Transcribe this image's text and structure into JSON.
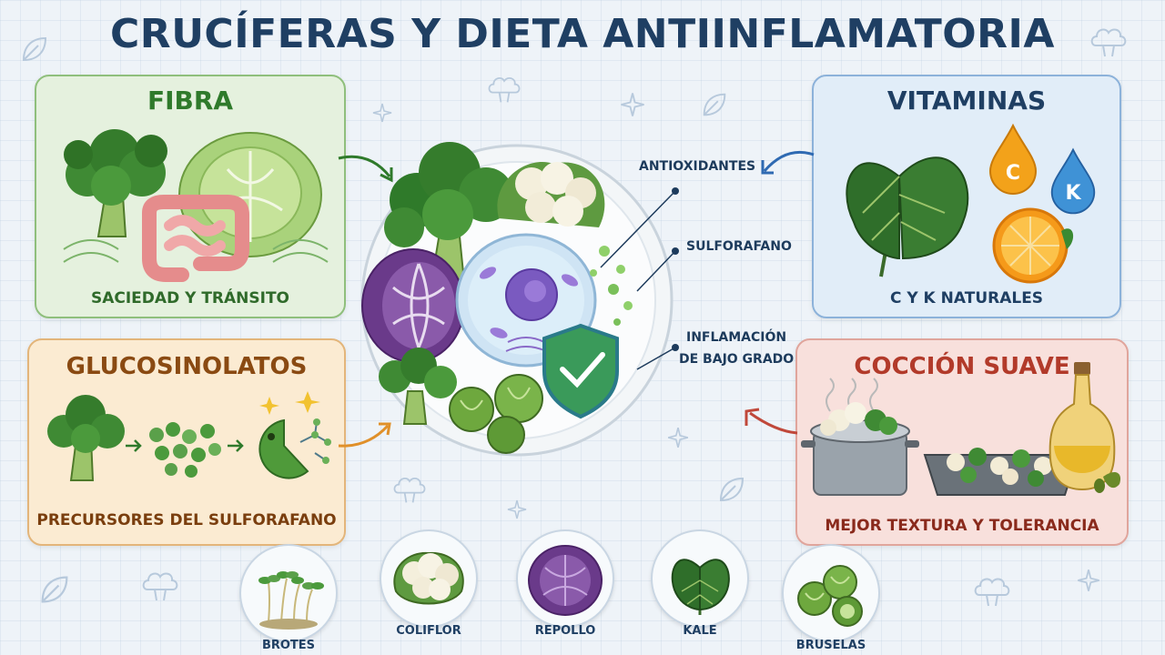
{
  "title": "CRUCÍFERAS Y DIETA ANTIINFLAMATORIA",
  "panels": {
    "fibra": {
      "title": "FIBRA",
      "caption": "SACIEDAD Y TRÁNSITO"
    },
    "vitaminas": {
      "title": "VITAMINAS",
      "caption": "C Y K NATURALES",
      "badge_c": "C",
      "badge_k": "K"
    },
    "glucosinolatos": {
      "title": "GLUCOSINOLATOS",
      "caption": "PRECURSORES DEL SULFORAFANO"
    },
    "coccion": {
      "title": "COCCIÓN SUAVE",
      "caption": "MEJOR TEXTURA Y TOLERANCIA"
    }
  },
  "callouts": {
    "antioxidantes": "ANTIOXIDANTES",
    "sulforafano": "SULFORAFANO",
    "inflamacion_1": "INFLAMACIÓN",
    "inflamacion_2": "DE BAJO GRADO"
  },
  "vegetables": [
    {
      "label": "BROTES"
    },
    {
      "label": "COLIFLOR"
    },
    {
      "label": "REPOLLO"
    },
    {
      "label": "KALE"
    },
    {
      "label": "BRUSELAS"
    }
  ],
  "colors": {
    "title": "#1f3f63",
    "fibra_title": "#2f7a2b",
    "vitaminas_title": "#1f3f63",
    "gluco_title": "#8a4a12",
    "coccion_title": "#b23a2a"
  }
}
